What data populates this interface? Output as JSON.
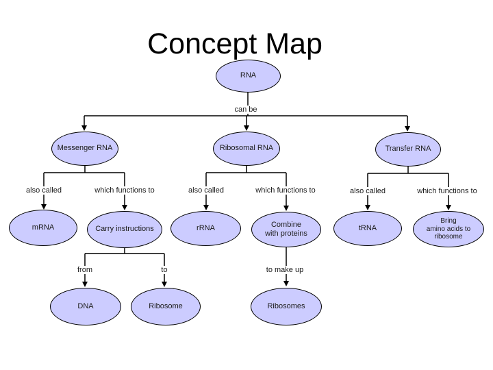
{
  "title": "Concept Map",
  "colors": {
    "node_fill": "#ccccff",
    "line": "#000000",
    "background": "#ffffff",
    "title_color": "#000000",
    "text": "#1a1a1a"
  },
  "nodes": {
    "rna": "RNA",
    "messenger_rna": "Messenger RNA",
    "ribosomal_rna": "Ribosomal RNA",
    "transfer_rna": "Transfer RNA",
    "mrna": "mRNA",
    "carry_instructions": "Carry instructions",
    "rrna": "rRNA",
    "combine_with_proteins": "Combine\nwith proteins",
    "trna": "tRNA",
    "bring_amino_acids": "Bring\namino acids to\nribosome",
    "dna": "DNA",
    "ribosome": "Ribosome",
    "ribosomes": "Ribosomes"
  },
  "edge_labels": {
    "can_be": "can be",
    "also_called": "also called",
    "which_functions_to": "which functions to",
    "from": "from",
    "to": "to",
    "to_make_up": "to make up"
  }
}
